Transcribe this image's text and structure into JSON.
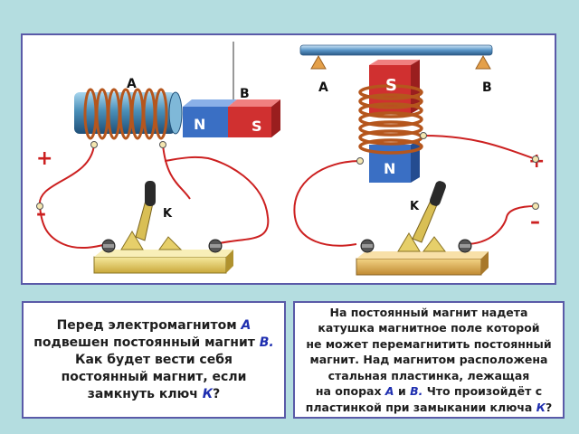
{
  "left_experiment": {
    "electromagnet_label": "A",
    "magnet_label": "B",
    "switch_label": "K",
    "magnet_poles": [
      "N",
      "S"
    ],
    "plus_sign": "+",
    "minus_sign": "–"
  },
  "right_experiment": {
    "support_a_label": "A",
    "support_b_label": "B",
    "switch_label": "K",
    "magnet_poles": [
      "S",
      "N"
    ],
    "plus_sign": "+",
    "minus_sign": "–"
  },
  "question_left": {
    "line1_prefix": "Перед электромагнитом ",
    "line1_var": "А",
    "line2_prefix": "подвешен постоянный магнит ",
    "line2_var": "В.",
    "line3": "Как будет вести себя",
    "line4": "постоянный магнит, если",
    "line5_prefix": "замкнуть ключ ",
    "line5_var": "К",
    "line5_suffix": "?"
  },
  "question_right": {
    "line1": "На постоянный магнит надета",
    "line2": "катушка магнитное поле которой",
    "line3": "не может перемагнитить постоянный",
    "line4": "магнит. Над магнитом расположена",
    "line5": "стальная  пластинка, лежащая",
    "line6_prefix": "на опорах ",
    "line6_var1": "А",
    "line6_mid": " и ",
    "line6_var2": "В.",
    "line6_suffix": " Что произойдёт с",
    "line7_prefix": "пластинкой при замыкании ключа ",
    "line7_var": "К",
    "line7_suffix": "?"
  },
  "colors": {
    "background": "#b4dde0",
    "frame_border": "#5a5aa8",
    "coil_copper": "#b5561d",
    "core_blue": "#4a8fb8",
    "magnet_red": "#d03030",
    "magnet_blue": "#3a6fc4",
    "wire_red": "#cc2020",
    "base_yellow": "#e8d46a",
    "plate_blue": "#5a96c8"
  }
}
